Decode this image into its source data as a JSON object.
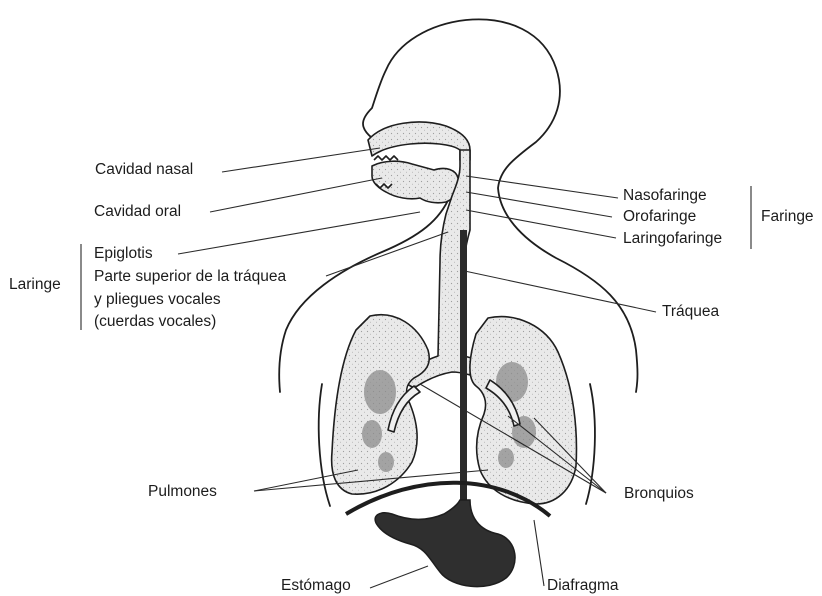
{
  "labels": {
    "cavidad_nasal": "Cavidad nasal",
    "cavidad_oral": "Cavidad oral",
    "laringe": "Laringe",
    "epiglotis": "Epiglotis",
    "parte_superior": "Parte superior de la tráquea",
    "pliegues_vocales": "y pliegues vocales",
    "cuerdas_vocales": "(cuerdas vocales)",
    "nasofaringe": "Nasofaringe",
    "orofaringe": "Orofaringe",
    "laringofaringe": "Laringofaringe",
    "faringe": "Faringe",
    "traquea": "Tráquea",
    "pulmones": "Pulmones",
    "bronquios": "Bronquios",
    "estomago": "Estómago",
    "diafragma": "Diafragma"
  },
  "colors": {
    "line": "#1e1e1e",
    "organ_fill": "#e6e6e6",
    "organ_shade": "#9a9a9a",
    "stomach": "#2f2f2f",
    "esophagus": "#2a2a2a"
  }
}
